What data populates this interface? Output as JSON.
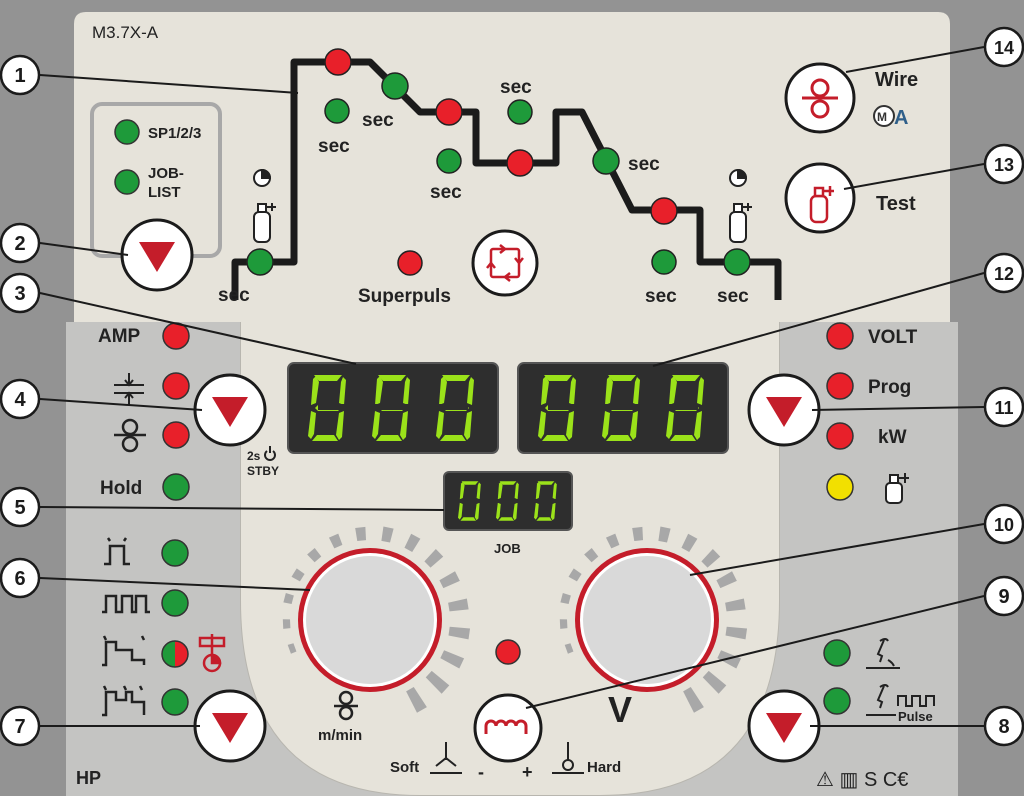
{
  "model": "M3.7X-A",
  "callouts": [
    "1",
    "2",
    "3",
    "4",
    "5",
    "6",
    "7",
    "8",
    "9",
    "10",
    "11",
    "12",
    "13",
    "14"
  ],
  "program_select": {
    "sp": "SP1/2/3",
    "job_line1": "JOB-",
    "job_line2": "LIST"
  },
  "sequence": {
    "sec": "sec",
    "superpuls": "Superpuls"
  },
  "wire_button": {
    "label": "Wire"
  },
  "test_button": {
    "label": "Test"
  },
  "left_params": {
    "amp": "AMP",
    "hold": "Hold",
    "standby_2s": "2s",
    "standby_stby": "STBY"
  },
  "right_params": {
    "volt": "VOLT",
    "prog": "Prog",
    "kw": "kW"
  },
  "displays": {
    "left": "000",
    "right": "000",
    "job": "000",
    "job_label": "JOB"
  },
  "knobs": {
    "wire_unit": "m/min",
    "volt_unit": "V"
  },
  "dynamics": {
    "soft": "Soft",
    "hard": "Hard",
    "minus": "-",
    "plus": "+"
  },
  "right_modes": {
    "pulse": "Pulse"
  },
  "footer": {
    "hp": "HP",
    "marks": "⚠ ▥ S C€"
  },
  "colors": {
    "panel": "#e6e3da",
    "side": "#c4c4c2",
    "frame": "#939393",
    "led_red": "#e8202a",
    "led_green": "#1e9a3a",
    "led_yellow": "#f2e000",
    "display_green": "#9be21a",
    "accent": "#c41d2a"
  }
}
